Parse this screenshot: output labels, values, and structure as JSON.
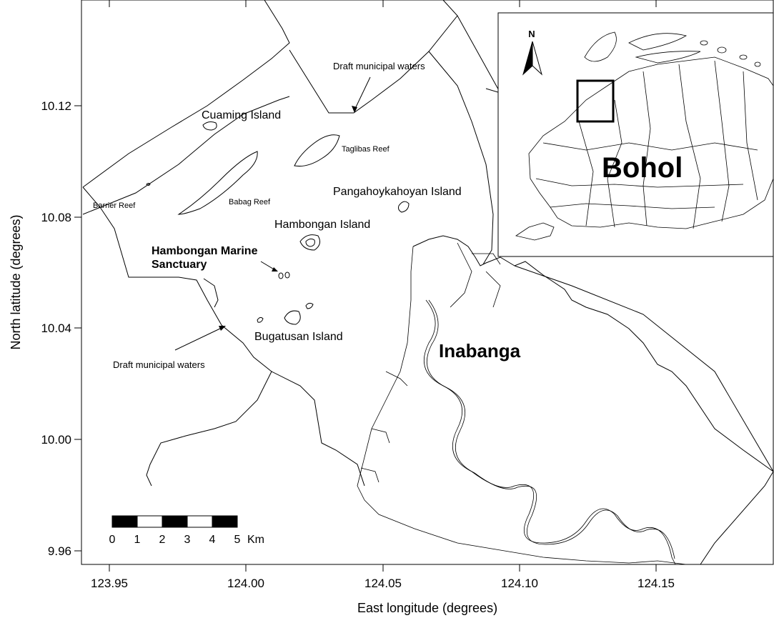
{
  "axes": {
    "x_label": "East longitude (degrees)",
    "y_label": "North latitude (degrees)",
    "x_ticks": [
      "123.95",
      "124.00",
      "124.05",
      "124.10",
      "124.15"
    ],
    "y_ticks": [
      "10.12",
      "10.08",
      "10.04",
      "10.00",
      "9.96"
    ]
  },
  "labels": {
    "cuaming": "Cuaming Island",
    "taglibas": "Taglibas Reef",
    "pangahoy": "Pangahoykahoyan Island",
    "barrier": "Barrier Reef",
    "babag": "Babag Reef",
    "hambongan": "Hambongan Island",
    "sanctuary_line1": "Hambongan Marine",
    "sanctuary_line2": "Sanctuary",
    "bugatusan": "Bugatusan Island",
    "draft_top": "Draft municipal waters",
    "draft_left": "Draft municipal waters",
    "inabanga": "Inabanga"
  },
  "scale_bar": {
    "ticks": [
      "0",
      "1",
      "2",
      "3",
      "4",
      "5"
    ],
    "unit": "Km"
  },
  "inset": {
    "title": "Bohol",
    "north": "N"
  }
}
